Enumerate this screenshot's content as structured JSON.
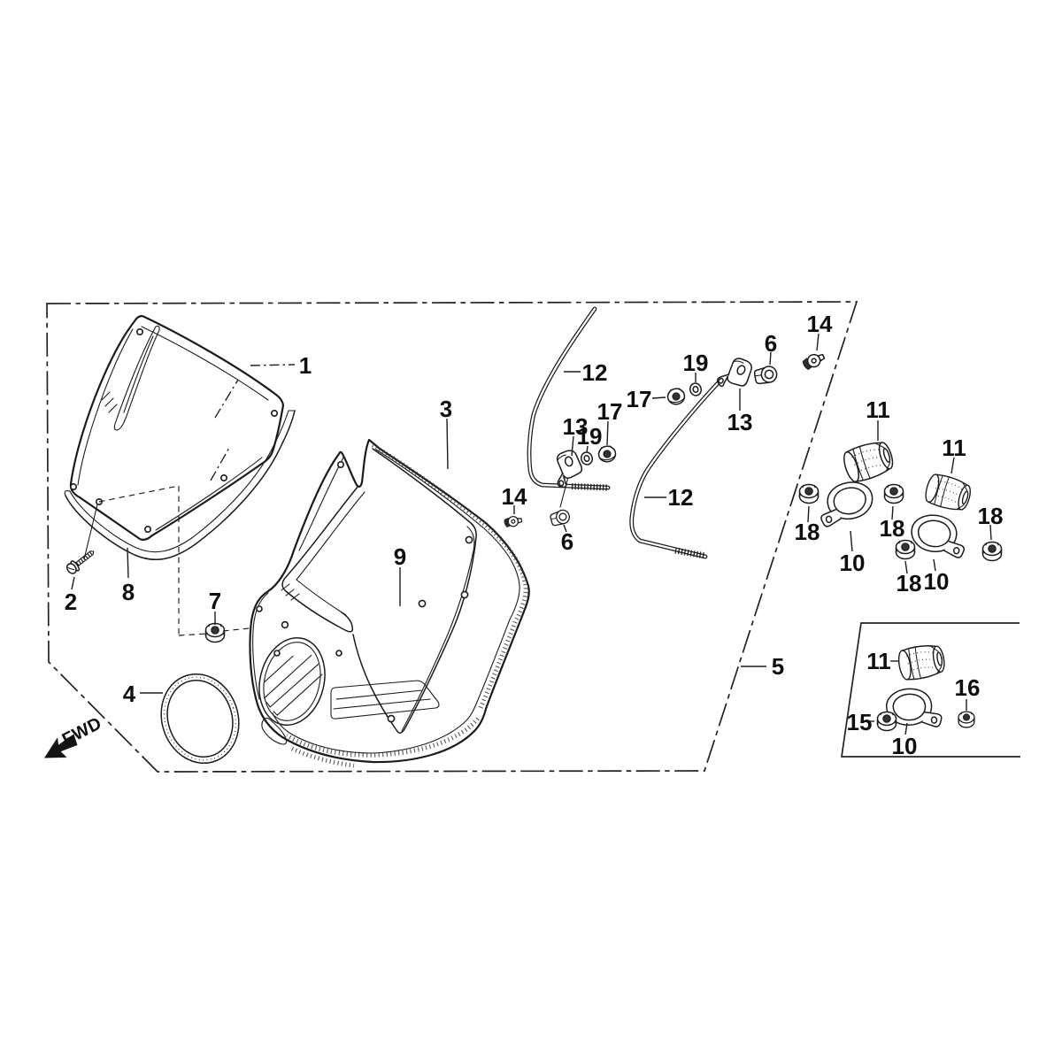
{
  "diagram": {
    "background_color": "#ffffff",
    "line_color": "#1c1c1c",
    "fwd_arrow": {
      "label": "FWD"
    },
    "callouts": [
      {
        "text": "1"
      },
      {
        "text": "2"
      },
      {
        "text": "8"
      },
      {
        "text": "7"
      },
      {
        "text": "3"
      },
      {
        "text": "9"
      },
      {
        "text": "14"
      },
      {
        "text": "6"
      },
      {
        "text": "12"
      },
      {
        "text": "13"
      },
      {
        "text": "19"
      },
      {
        "text": "17"
      },
      {
        "text": "17"
      },
      {
        "text": "19"
      },
      {
        "text": "13"
      },
      {
        "text": "6"
      },
      {
        "text": "14"
      },
      {
        "text": "12"
      },
      {
        "text": "5"
      },
      {
        "text": "11"
      },
      {
        "text": "11"
      },
      {
        "text": "18"
      },
      {
        "text": "10"
      },
      {
        "text": "18"
      },
      {
        "text": "18"
      },
      {
        "text": "10"
      },
      {
        "text": "18"
      },
      {
        "text": "11"
      },
      {
        "text": "16"
      },
      {
        "text": "15"
      },
      {
        "text": "10"
      },
      {
        "text": "4"
      }
    ]
  }
}
